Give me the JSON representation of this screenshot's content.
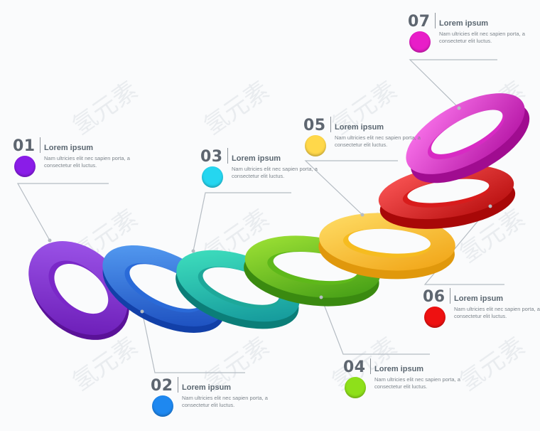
{
  "watermark": "氢元素",
  "steps": [
    {
      "number": "01",
      "title": "Lorem ipsum",
      "desc": "Nam ultricies elit nec sapien porta, a consectetur elit luctus.",
      "color": "#8a1ce8"
    },
    {
      "number": "02",
      "title": "Lorem ipsum",
      "desc": "Nam ultricies elit nec sapien porta, a consectetur elit luctus.",
      "color": "#1e88f0"
    },
    {
      "number": "03",
      "title": "Lorem ipsum",
      "desc": "Nam ultricies elit nec sapien porta, a consectetur elit luctus.",
      "color": "#25d6f0"
    },
    {
      "number": "04",
      "title": "Lorem ipsum",
      "desc": "Nam ultricies elit nec sapien porta, a consectetur elit luctus.",
      "color": "#8ee01a"
    },
    {
      "number": "05",
      "title": "Lorem ipsum",
      "desc": "Nam ultricies elit nec sapien porta, a consectetur elit luctus.",
      "color": "#ffd84a"
    },
    {
      "number": "06",
      "title": "Lorem ipsum",
      "desc": "Nam ultricies elit nec sapien porta, a consectetur elit luctus.",
      "color": "#ee1111"
    },
    {
      "number": "07",
      "title": "Lorem ipsum",
      "desc": "Nam ultricies elit nec sapien porta, a consectetur elit luctus.",
      "color": "#e81ec8"
    }
  ],
  "rings": [
    {
      "name": "ring-purple",
      "side": "#6a1bb0",
      "top": "#9a48ec",
      "hole": "#fafbfc"
    },
    {
      "name": "ring-blue",
      "side": "#1556c8",
      "top": "#3f8cf2"
    },
    {
      "name": "ring-teal",
      "side": "#0f9f8a",
      "top": "#2fd6b0"
    },
    {
      "name": "ring-green",
      "side": "#4ea814",
      "top": "#86d62a"
    },
    {
      "name": "ring-orange",
      "side": "#e6a412",
      "top": "#ffcf3c"
    },
    {
      "name": "ring-red",
      "side": "#c40f0f",
      "top": "#f43a3a"
    },
    {
      "name": "ring-magenta",
      "side": "#c012b0",
      "top": "#f04ae0"
    }
  ]
}
